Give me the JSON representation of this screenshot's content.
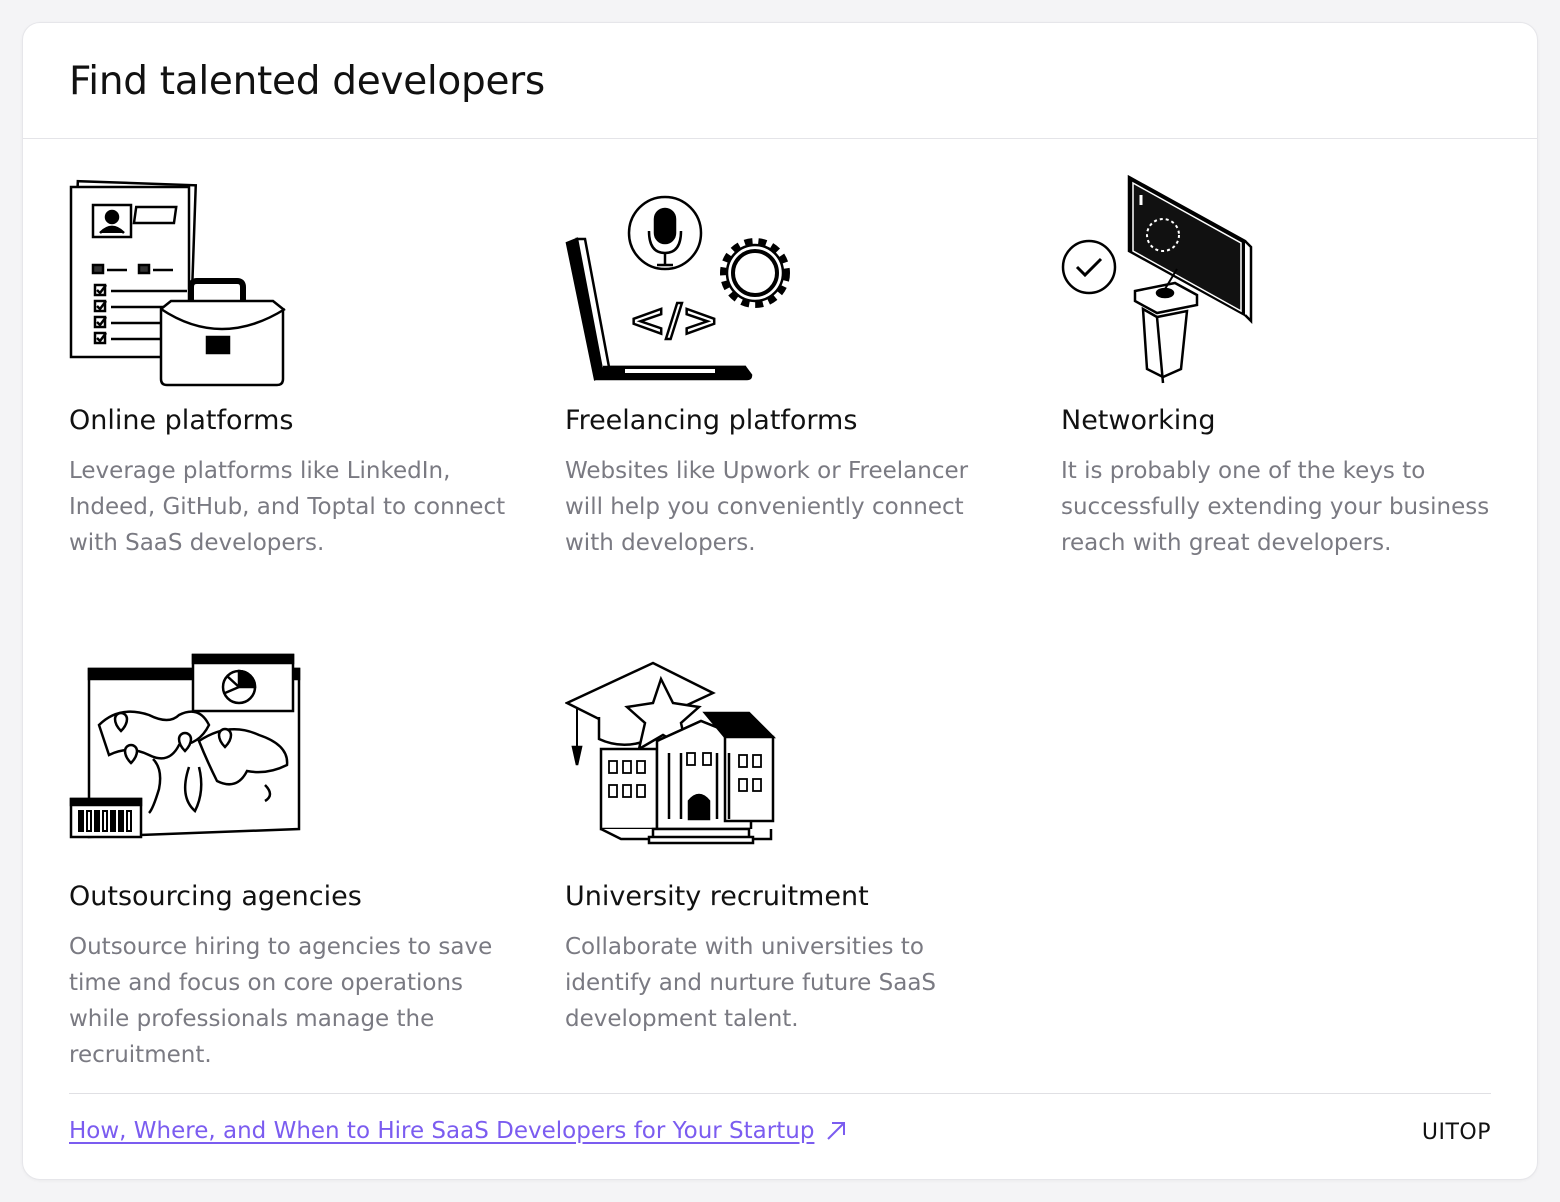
{
  "header": {
    "title": "Find talented developers"
  },
  "items": [
    {
      "title": "Online platforms",
      "description": "Leverage platforms like LinkedIn, Indeed, GitHub, and Toptal to connect with SaaS developers.",
      "icon": "resume-briefcase-icon"
    },
    {
      "title": "Freelancing platforms",
      "description": "Websites like Upwork or Freelancer will help you conveniently connect with developers.",
      "icon": "laptop-code-icon"
    },
    {
      "title": "Networking",
      "description": "It is probably one of the keys to successfully extending your business reach with great developers.",
      "icon": "podium-screen-icon"
    },
    {
      "title": "Outsourcing agencies",
      "description": "Outsource hiring to agencies to save time and focus on core operations while professionals manage the recruitment.",
      "icon": "world-map-icon"
    },
    {
      "title": "University recruitment",
      "description": "Collaborate with universities to identify and nurture future SaaS development talent.",
      "icon": "university-icon"
    }
  ],
  "footer": {
    "link_text": "How, Where, and When to Hire SaaS Developers for Your Startup",
    "brand": "UITOP"
  },
  "colors": {
    "link": "#7b5cf0",
    "muted_text": "#7a7a82",
    "text": "#111111"
  }
}
